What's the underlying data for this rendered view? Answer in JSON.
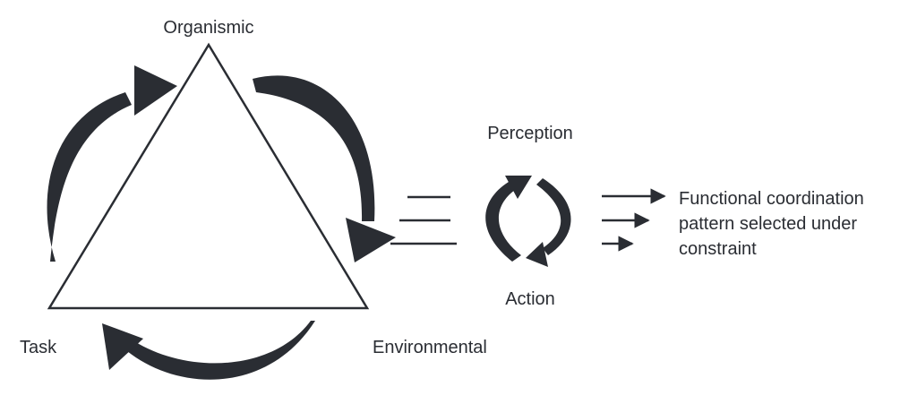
{
  "labels": {
    "organismic": "Organismic",
    "task": "Task",
    "environmental": "Environmental",
    "perception": "Perception",
    "action": "Action"
  },
  "outcome": {
    "line1": "Functional coordination",
    "line2": "pattern selected under",
    "line3": "constraint"
  },
  "colors": {
    "ink": "#2a2d33",
    "background": "#ffffff"
  }
}
